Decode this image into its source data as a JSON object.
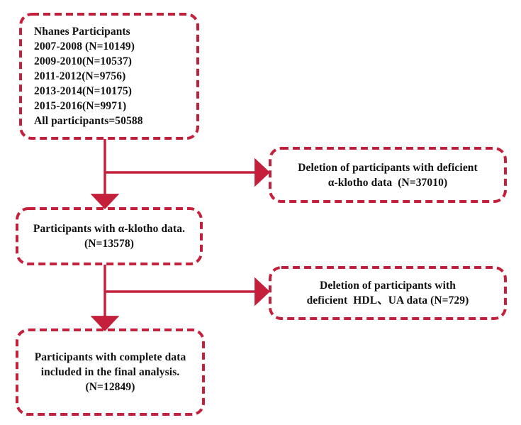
{
  "figure": {
    "type": "flowchart",
    "title": "Participant selection flow diagram",
    "accent_color": "#C4203C",
    "text_color": "#111111",
    "background_color": "#FFFFFF"
  },
  "nodes": {
    "source": {
      "name": "nhanes-source-cohort",
      "lines": [
        "Nhanes Participants",
        "2007-2008 (N=10149)",
        "2009-2010(N=10537)",
        "2011-2012(N=9756)",
        "2013-2014(N=10175)",
        "2015-2016(N=9971)",
        "All participants=50588"
      ]
    },
    "exclusion_klotho": {
      "name": "exclusion-klotho",
      "lines": [
        "Deletion of participants with deficient",
        "α-klotho data  (N=37010)"
      ]
    },
    "klotho_cohort": {
      "name": "klotho-cohort",
      "lines": [
        "Participants with α-klotho data.",
        "(N=13578)"
      ]
    },
    "exclusion_hdl_ua": {
      "name": "exclusion-hdl-ua",
      "lines": [
        "Deletion of participants with",
        "deficient  HDL、UA data (N=729)"
      ]
    },
    "final_cohort": {
      "name": "final-cohort",
      "lines": [
        "Participants with complete data",
        "included in the final analysis.",
        "(N=12849)"
      ]
    }
  },
  "connectors": [
    {
      "name": "connector-source-to-klotho",
      "from": "source",
      "to": "klotho_cohort",
      "direction": "down",
      "arrowhead": true
    },
    {
      "name": "connector-source-to-exclusion-klotho",
      "from": "source",
      "to": "exclusion_klotho",
      "direction": "right",
      "arrowhead": true
    },
    {
      "name": "connector-klotho-to-final",
      "from": "klotho_cohort",
      "to": "final_cohort",
      "direction": "down",
      "arrowhead": true
    },
    {
      "name": "connector-klotho-to-exclusion-hdl",
      "from": "klotho_cohort",
      "to": "exclusion_hdl_ua",
      "direction": "right",
      "arrowhead": true
    }
  ]
}
